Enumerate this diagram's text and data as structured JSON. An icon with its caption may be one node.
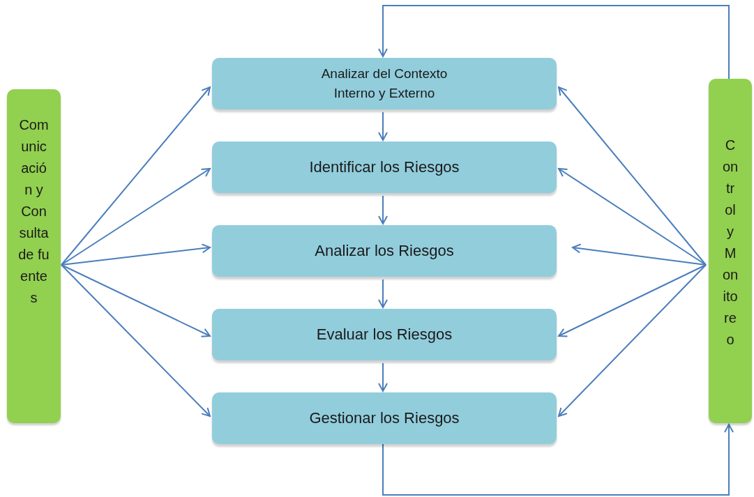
{
  "diagram": {
    "nodes": [
      {
        "text": [
          "Comunicación y Consulta de fuentes"
        ]
      },
      {
        "text": [
          "Analizar del Contexto Interno y Externo"
        ]
      },
      {
        "text": [
          "Identificar los Riesgos"
        ]
      },
      {
        "text": [
          "Analizar los Riesgos"
        ]
      },
      {
        "text": [
          "Evaluar los Riesgos"
        ]
      },
      {
        "text": [
          "Gestionar  los Riesgos"
        ]
      },
      {
        "text": [
          "Control y Monitoreo"
        ]
      }
    ],
    "edges": [
      {
        "from": 0,
        "to": 1,
        "arrow": "to"
      },
      {
        "from": 0,
        "to": 2,
        "arrow": "to"
      },
      {
        "from": 0,
        "to": 3,
        "arrow": "to"
      },
      {
        "from": 0,
        "to": 4,
        "arrow": "to"
      },
      {
        "from": 0,
        "to": 5,
        "arrow": "to"
      },
      {
        "from": 1,
        "to": 2,
        "arrow": "to"
      },
      {
        "from": 2,
        "to": 3,
        "arrow": "to"
      },
      {
        "from": 3,
        "to": 4,
        "arrow": "to"
      },
      {
        "from": 4,
        "to": 5,
        "arrow": "to"
      },
      {
        "from": 6,
        "to": 1,
        "arrow": "to"
      },
      {
        "from": 6,
        "to": 2,
        "arrow": "to"
      },
      {
        "from": 6,
        "to": 3,
        "arrow": "to"
      },
      {
        "from": 6,
        "to": 4,
        "arrow": "to"
      },
      {
        "from": 6,
        "to": 5,
        "arrow": "to"
      },
      {
        "from": 6,
        "to": 1,
        "arrow": "to"
      },
      {
        "from": 5,
        "to": 6,
        "arrow": "to"
      }
    ]
  }
}
